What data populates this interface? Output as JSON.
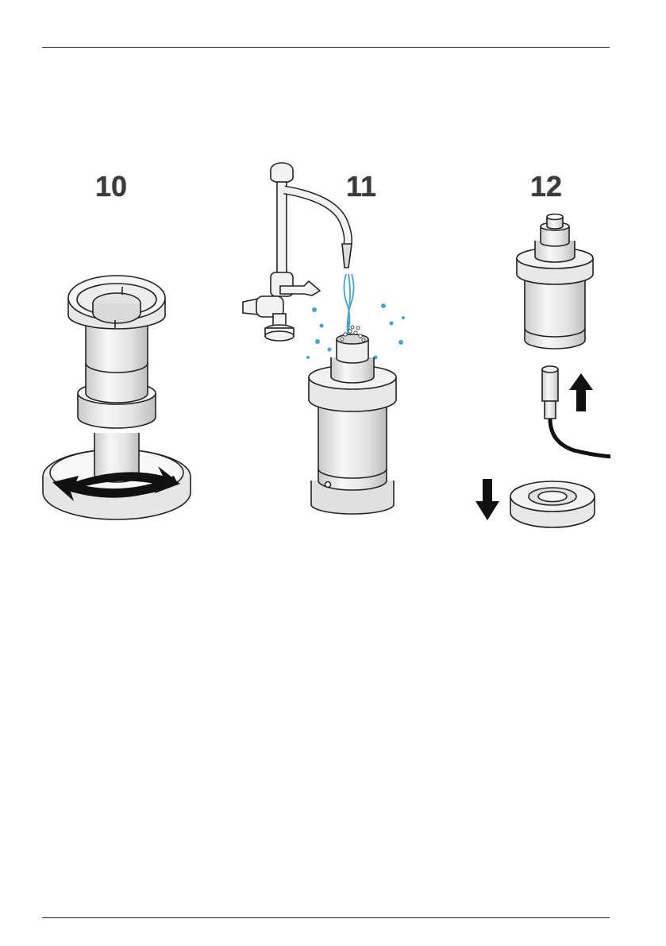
{
  "steps": [
    {
      "number": "10"
    },
    {
      "number": "11"
    },
    {
      "number": "12"
    }
  ],
  "colors": {
    "line": "#222222",
    "fill_light": "#f2f2f2",
    "fill_mid": "#dcdcdc",
    "water": "#4aa3c8",
    "arrow": "#111111"
  },
  "icons": [
    "rotate-arrows-icon",
    "faucet-icon",
    "arrow-up-icon",
    "arrow-down-icon"
  ]
}
